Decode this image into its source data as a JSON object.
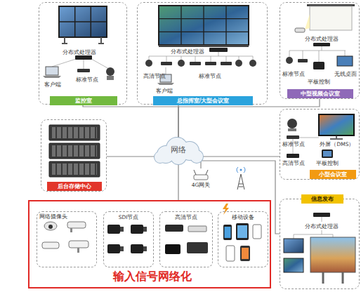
{
  "diagram": {
    "nodes": [
      {
        "text": [
          "监控室",
          "分布式处理器",
          "客户端",
          "标准节点"
        ]
      },
      {
        "text": [
          "总指挥室/大型会议室",
          "分布式处理器",
          "高清节点",
          "标准节点",
          "客户端"
        ]
      },
      {
        "text": [
          "中型视频会议室",
          "分布式处理器",
          "标准节点",
          "平板控制",
          "无线桌面"
        ]
      },
      {
        "text": [
          "后台存储中心"
        ]
      },
      {
        "text": [
          "网络"
        ]
      },
      {
        "text": [
          "小型会议室",
          "标准节点",
          "外屏（DMS）",
          "高清节点",
          "平板控制"
        ]
      },
      {
        "text": [
          "4G网关"
        ]
      },
      {
        "text": [
          "信息发布",
          "分布式处理器"
        ]
      },
      {
        "text": [
          "输入信号网络化"
        ]
      },
      {
        "text": [
          "网络摄像头"
        ],
        "in": 8
      },
      {
        "text": [
          "SDI节点"
        ],
        "in": 8
      },
      {
        "text": [
          "高清节点"
        ],
        "in": 8
      },
      {
        "text": [
          "移动设备"
        ],
        "in": 8
      }
    ],
    "edges": [
      {
        "from": 4,
        "to": 0,
        "arrow": "none"
      },
      {
        "from": 4,
        "to": 1,
        "arrow": "none"
      },
      {
        "from": 4,
        "to": 2,
        "arrow": "none"
      },
      {
        "from": 4,
        "to": 3,
        "arrow": "none"
      },
      {
        "from": 4,
        "to": 5,
        "arrow": "none"
      },
      {
        "from": 4,
        "to": 6,
        "arrow": "none"
      },
      {
        "from": 4,
        "to": 7,
        "arrow": "none"
      },
      {
        "from": 4,
        "to": 8,
        "arrow": "none"
      }
    ]
  }
}
